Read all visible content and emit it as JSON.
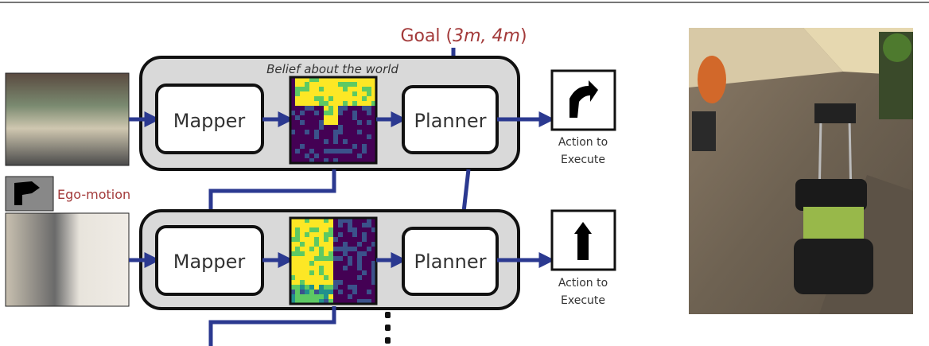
{
  "goal": {
    "prefix": "Goal (",
    "coords": "3m, 4m",
    "suffix": ")"
  },
  "belief_label": "Belief about the world",
  "ego_motion_label": "Ego-motion",
  "rows": [
    {
      "mapper": "Mapper",
      "planner": "Planner",
      "action_line1": "Action to",
      "action_line2": "Execute",
      "action_icon": "turn-right-arrow-icon"
    },
    {
      "mapper": "Mapper",
      "planner": "Planner",
      "action_line1": "Action to",
      "action_line2": "Execute",
      "action_icon": "forward-arrow-icon"
    }
  ],
  "colors": {
    "arrow": "#2b3990",
    "label_red": "#a33a3a",
    "panel": "#d9d9d9"
  }
}
